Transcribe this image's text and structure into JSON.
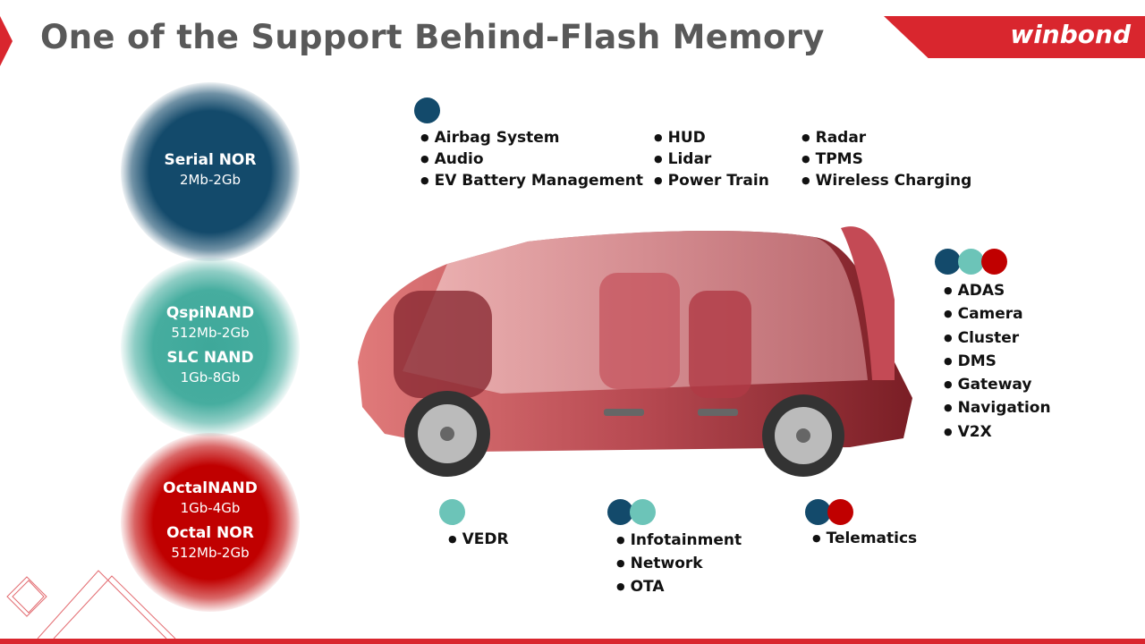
{
  "header": {
    "title": "One of the Support Behind-Flash Memory",
    "logo": "winbond"
  },
  "memories": [
    {
      "items": [
        {
          "name": "Serial NOR",
          "range": "2Mb-2Gb"
        }
      ],
      "color": "#134a6b"
    },
    {
      "items": [
        {
          "name": "QspiNAND",
          "range": "512Mb-2Gb"
        },
        {
          "name": "SLC NAND",
          "range": "1Gb-8Gb"
        }
      ],
      "color": "#46ad9f"
    },
    {
      "items": [
        {
          "name": "OctalNAND",
          "range": "1Gb-4Gb"
        },
        {
          "name": "Octal NOR",
          "range": "512Mb-2Gb"
        }
      ],
      "color": "#c00000"
    }
  ],
  "groups": {
    "top": {
      "col1": [
        "Airbag System",
        "Audio",
        "EV Battery Management"
      ],
      "col2": [
        "HUD",
        "Lidar",
        "Power Train"
      ],
      "col3": [
        "Radar",
        "TPMS",
        "Wireless Charging"
      ]
    },
    "right": [
      "ADAS",
      "Camera",
      "Cluster",
      "DMS",
      "Gateway",
      "Navigation",
      "V2X"
    ],
    "vedr": [
      "VEDR"
    ],
    "infotainment": [
      "Infotainment",
      "Network",
      "OTA"
    ],
    "telematics": [
      "Telematics"
    ]
  }
}
